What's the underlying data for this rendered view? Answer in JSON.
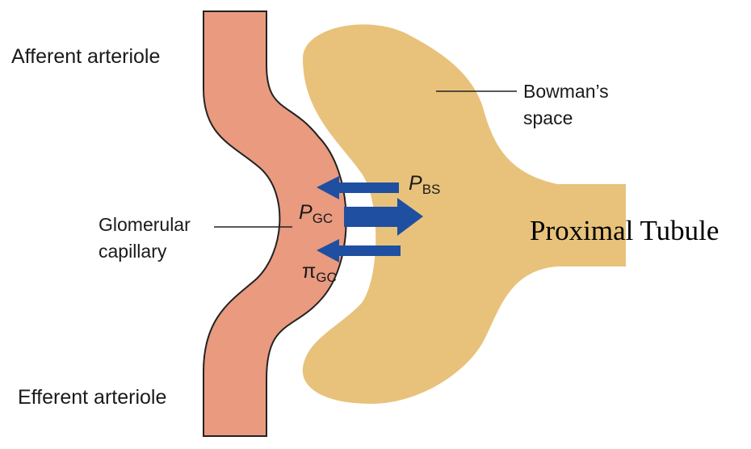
{
  "labels": {
    "afferent": "Afferent arteriole",
    "efferent": "Efferent arteriole",
    "bowmans_line1": "Bowman’s",
    "bowmans_line2": "space",
    "glomerular_line1": "Glomerular",
    "glomerular_line2": "capillary",
    "proximal": "Proximal Tubule"
  },
  "symbols": {
    "pbs_main": "P",
    "pbs_sub": "BS",
    "pgc_main": "P",
    "pgc_sub": "GC",
    "pigc_main": "π",
    "pigc_sub": "GC"
  },
  "colors": {
    "capillary_fill": "#e99a7f",
    "capillary_stroke": "#222222",
    "bowman_fill": "#e8c27b",
    "arrow": "#1f4fa0",
    "leader_line": "#222222"
  }
}
